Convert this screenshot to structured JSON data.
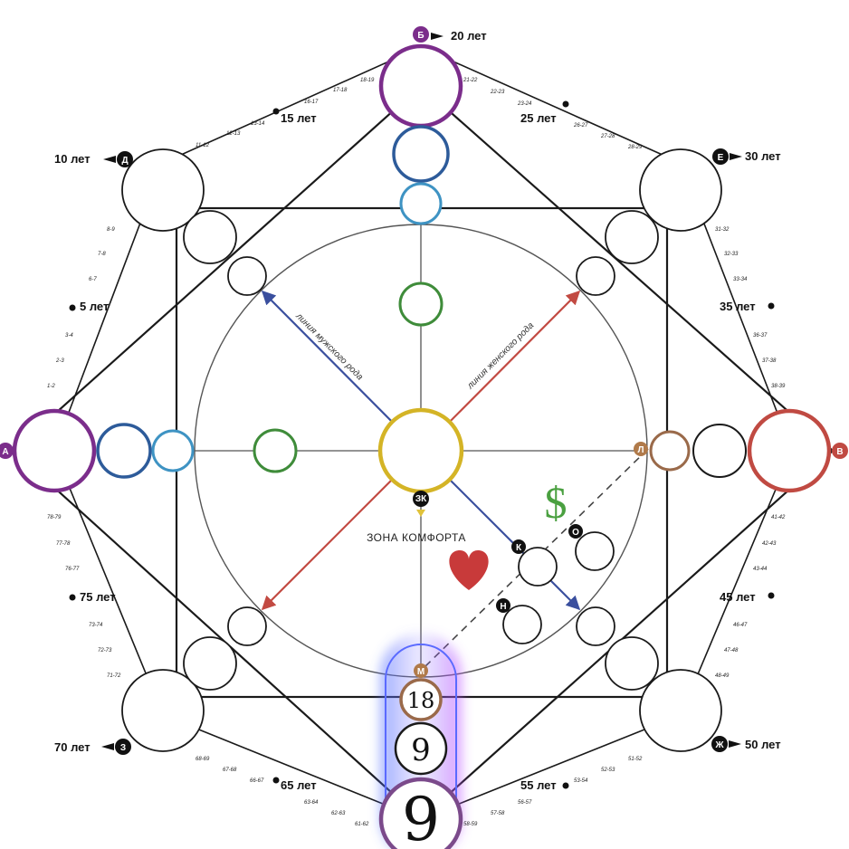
{
  "colors": {
    "line": "#1a1a1a",
    "purple": "#7b2d8b",
    "red_outer": "#c04a42",
    "blue": "#2d5b9a",
    "light_blue": "#3e93c3",
    "green": "#3f8c3a",
    "gold": "#d4b426",
    "brown": "#9a6a4a",
    "arrow_blue": "#3a4f9e",
    "arrow_red": "#c24a42",
    "heart": "#c83a3a",
    "dollar": "#4aa040",
    "glow_blue": "#4b6cff",
    "glow_purple": "#c04bff"
  },
  "nodes": {
    "top": "Б",
    "left": "А",
    "right": "В",
    "bottom_left": "З",
    "bottom_right": "Ж",
    "top_left": "Д",
    "top_right": "Е",
    "comfort": "ЗК",
    "l": "Л",
    "m": "М",
    "k": "К",
    "o": "О",
    "n": "Н"
  },
  "ages": {
    "a20": "20 лет",
    "a10": "10 лет",
    "a30": "30 лет",
    "a15": "15 лет",
    "a25": "25 лет",
    "a5": "5 лет",
    "a35": "35 лет",
    "a75": "75 лет",
    "a45": "45 лет",
    "a70": "70 лет",
    "a50": "50 лет",
    "a65": "65 лет",
    "a55": "55 лет"
  },
  "small_ages": {
    "s1112": "11-12",
    "s1213": "12-13",
    "s1314": "13-14",
    "s1617": "16-17",
    "s1718": "17-18",
    "s1819": "18-19",
    "s2122": "21-22",
    "s2223": "22-23",
    "s2324": "23-24",
    "s2627": "26-27",
    "s2728": "27-28",
    "s2829": "28-29",
    "s89": "8-9",
    "s78": "7-8",
    "s67": "6-7",
    "s34": "3-4",
    "s23": "2-3",
    "s12": "1-2",
    "s3132": "31-32",
    "s3233": "32-33",
    "s3334": "33-34",
    "s3637": "36-37",
    "s3738": "37-38",
    "s3839": "38-39",
    "s7879": "78-79",
    "s7778": "77-78",
    "s7677": "76-77",
    "s7374": "73-74",
    "s7273": "72-73",
    "s7172": "71-72",
    "s4142": "41-42",
    "s4243": "42-43",
    "s4344": "43-44",
    "s4647": "46-47",
    "s4748": "47-48",
    "s4849": "48-49",
    "s6869": "68-69",
    "s6768": "67-68",
    "s6667": "66-67",
    "s6364": "63-64",
    "s6263": "62-63",
    "s6162": "61-62",
    "s5152": "51-52",
    "s5253": "52-53",
    "s5354": "53-54",
    "s5657": "56-57",
    "s5758": "57-58",
    "s5859": "58-59"
  },
  "labels": {
    "male_line": "линия мужского рода",
    "female_line": "линия женского рода",
    "comfort_zone": "ЗОНА КОМФОРТА",
    "dollar": "$",
    "heart": "♥"
  },
  "numbers": {
    "n1": "18",
    "n2": "9",
    "n3": "9"
  }
}
